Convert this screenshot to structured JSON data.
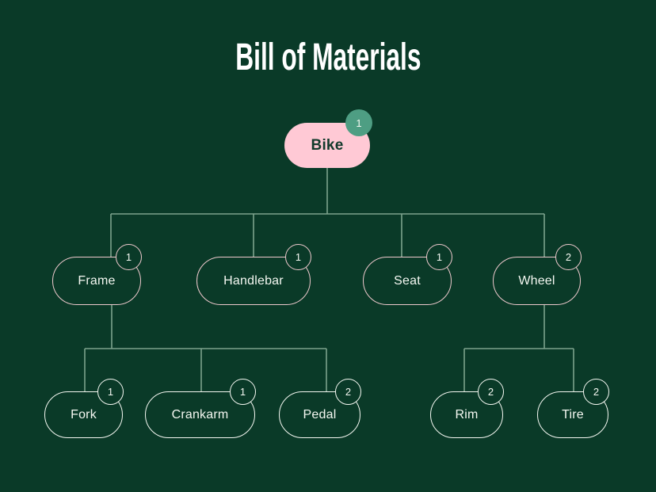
{
  "title": "Bill of Materials",
  "colors": {
    "bg": "#0a3a28",
    "connector": "#7ca28c",
    "pink": "#ffc9d5",
    "pink-outline": "#eec9cd",
    "white-outline": "#f5f8f2",
    "teal": "#4e9e83",
    "text-light": "#f5f8f2",
    "text-dark": "#11392b",
    "title": "#ffffff"
  },
  "nodes": {
    "bike": {
      "label": "Bike",
      "qty": "1"
    },
    "frame": {
      "label": "Frame",
      "qty": "1"
    },
    "handlebar": {
      "label": "Handlebar",
      "qty": "1"
    },
    "seat": {
      "label": "Seat",
      "qty": "1"
    },
    "wheel": {
      "label": "Wheel",
      "qty": "2"
    },
    "fork": {
      "label": "Fork",
      "qty": "1"
    },
    "crankarm": {
      "label": "Crankarm",
      "qty": "1"
    },
    "pedal": {
      "label": "Pedal",
      "qty": "2"
    },
    "rim": {
      "label": "Rim",
      "qty": "2"
    },
    "tire": {
      "label": "Tire",
      "qty": "2"
    }
  },
  "hierarchy": {
    "Bike": [
      "Frame",
      "Handlebar",
      "Seat",
      "Wheel"
    ],
    "Frame": [
      "Fork",
      "Crankarm",
      "Pedal"
    ],
    "Wheel": [
      "Rim",
      "Tire"
    ]
  }
}
